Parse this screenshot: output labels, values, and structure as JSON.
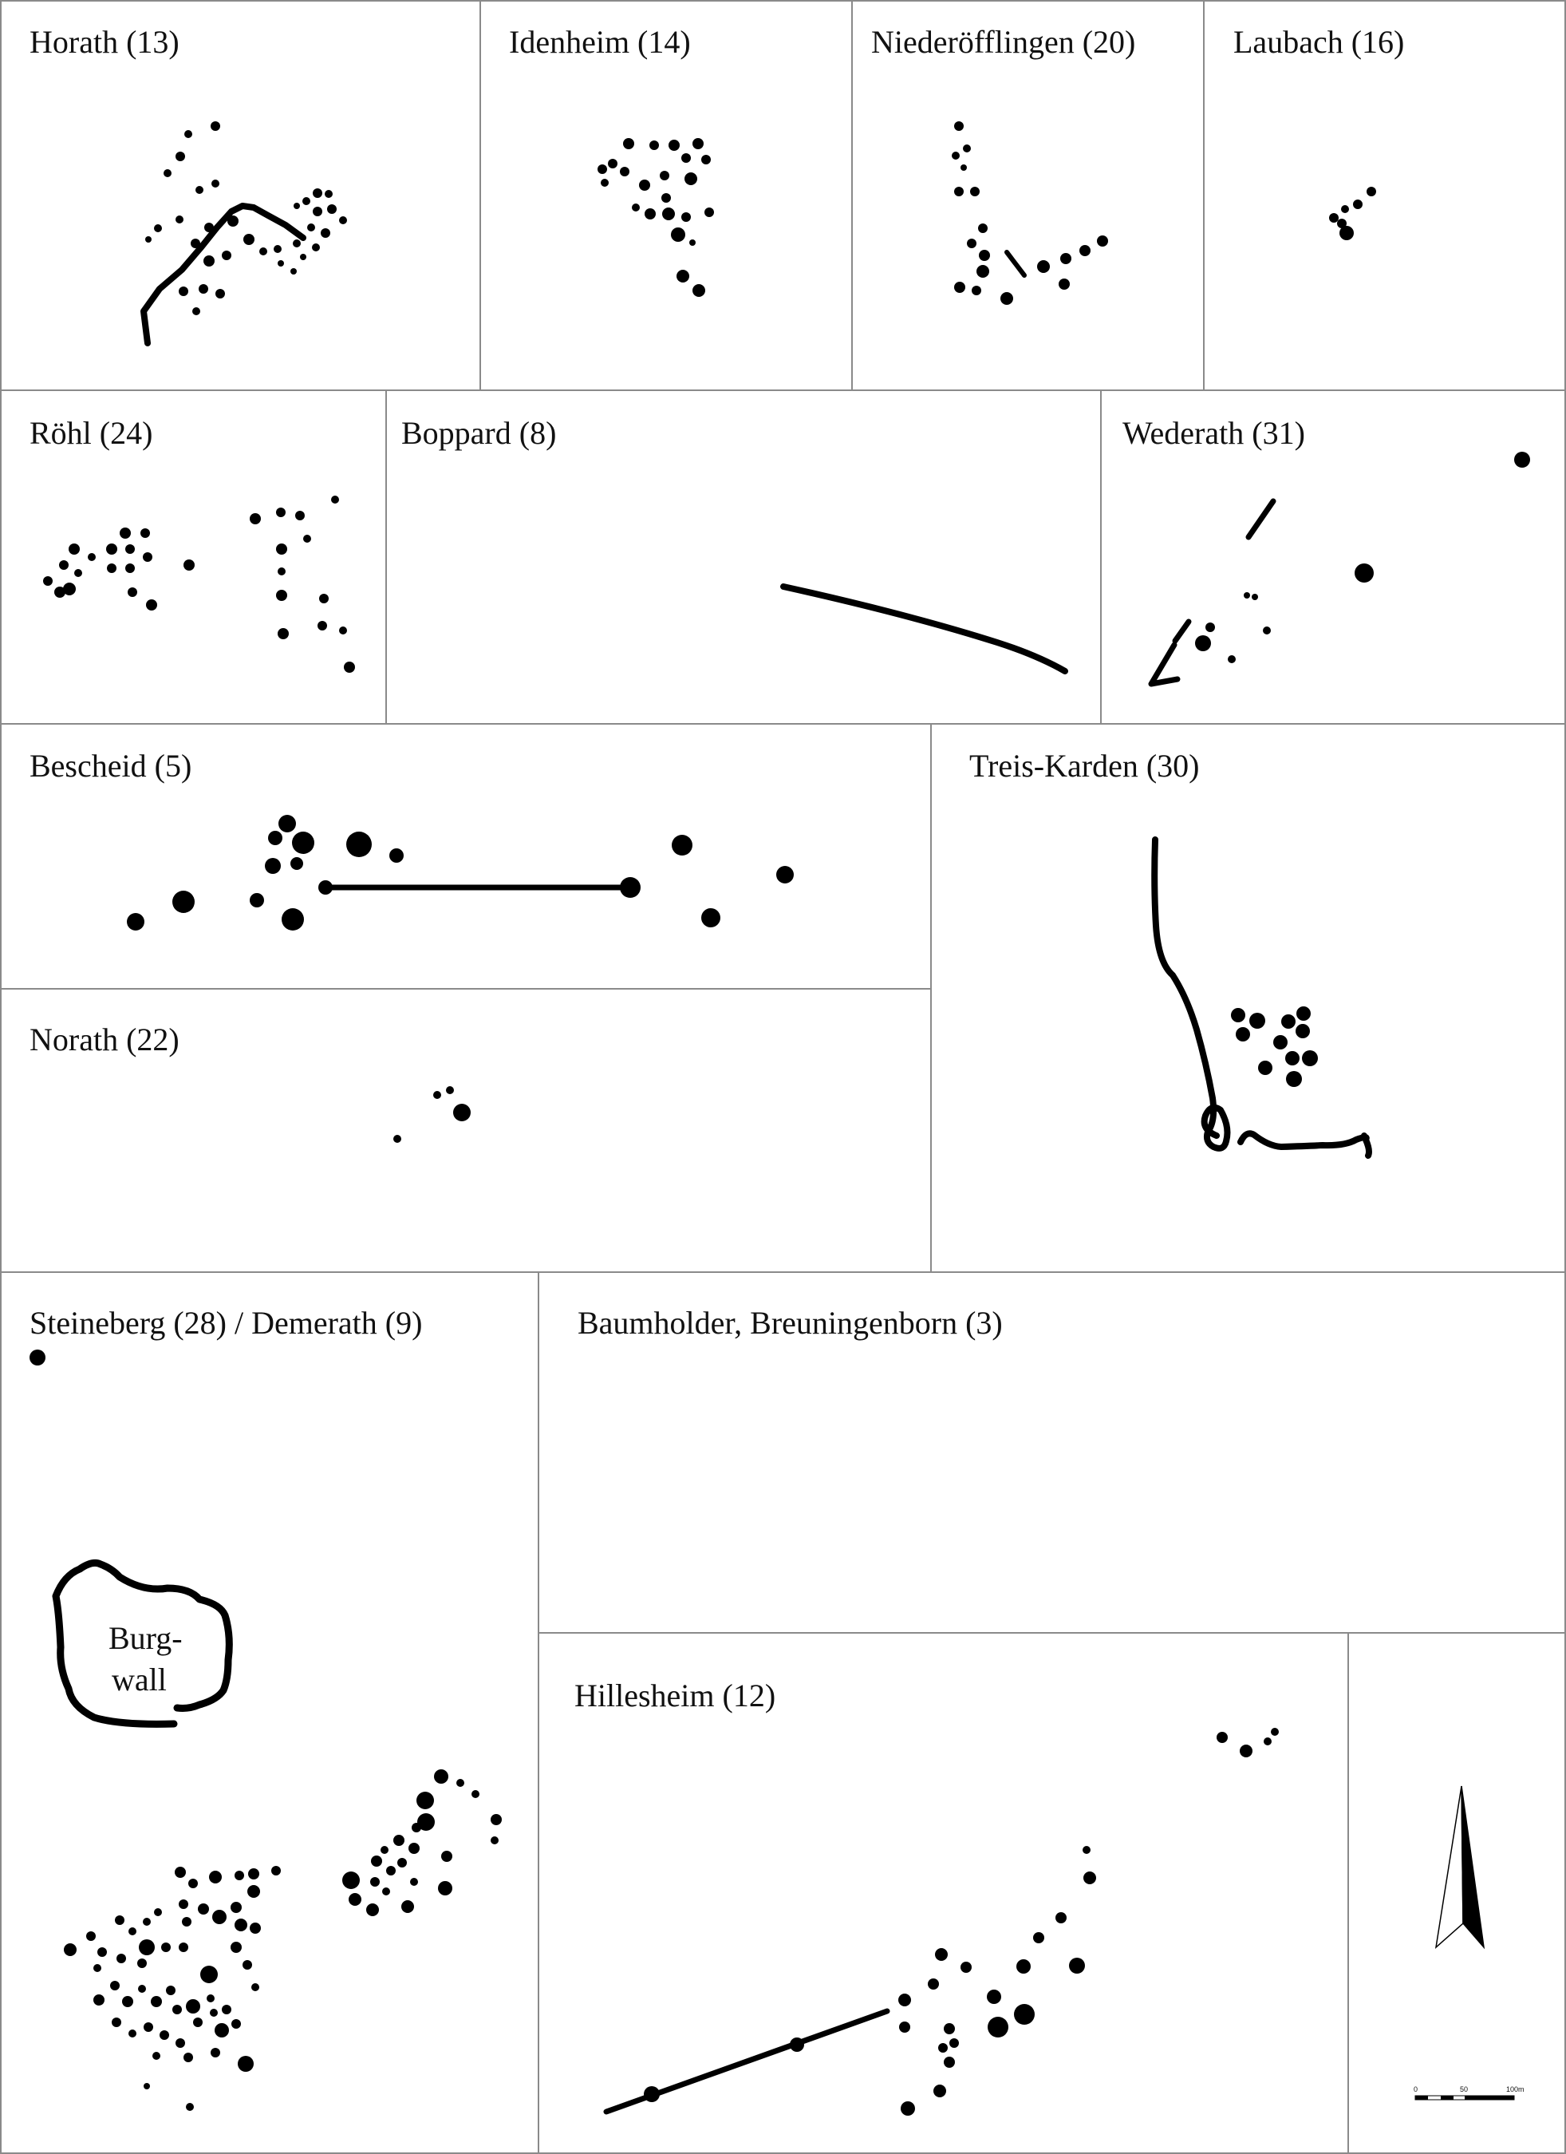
{
  "panels": [
    {
      "id": "horath",
      "label": "Horath (13)"
    },
    {
      "id": "idenheim",
      "label": "Idenheim (14)"
    },
    {
      "id": "niederoefflingen",
      "label": "Niederöfflingen (20)"
    },
    {
      "id": "laubach",
      "label": "Laubach (16)"
    },
    {
      "id": "roehl",
      "label": "Röhl (24)"
    },
    {
      "id": "boppard",
      "label": "Boppard (8)"
    },
    {
      "id": "wederath",
      "label": "Wederath (31)"
    },
    {
      "id": "bescheid",
      "label": "Bescheid (5)"
    },
    {
      "id": "treis-karden",
      "label": "Treis-Karden (30)"
    },
    {
      "id": "norath",
      "label": "Norath (22)"
    },
    {
      "id": "steineberg",
      "label": "Steineberg (28) / Demerath (9)"
    },
    {
      "id": "baumholder",
      "label": "Baumholder, Breuningenborn (3)"
    },
    {
      "id": "hillesheim",
      "label": "Hillesheim (12)"
    }
  ],
  "burgwall": {
    "line1": "Burg-",
    "line2": "wall"
  },
  "scale_bar": {
    "ticks": [
      "0",
      "50",
      "100m"
    ]
  },
  "colors": {
    "ink": "#000000",
    "frame": "#8a8a8a",
    "background": "#ffffff"
  }
}
